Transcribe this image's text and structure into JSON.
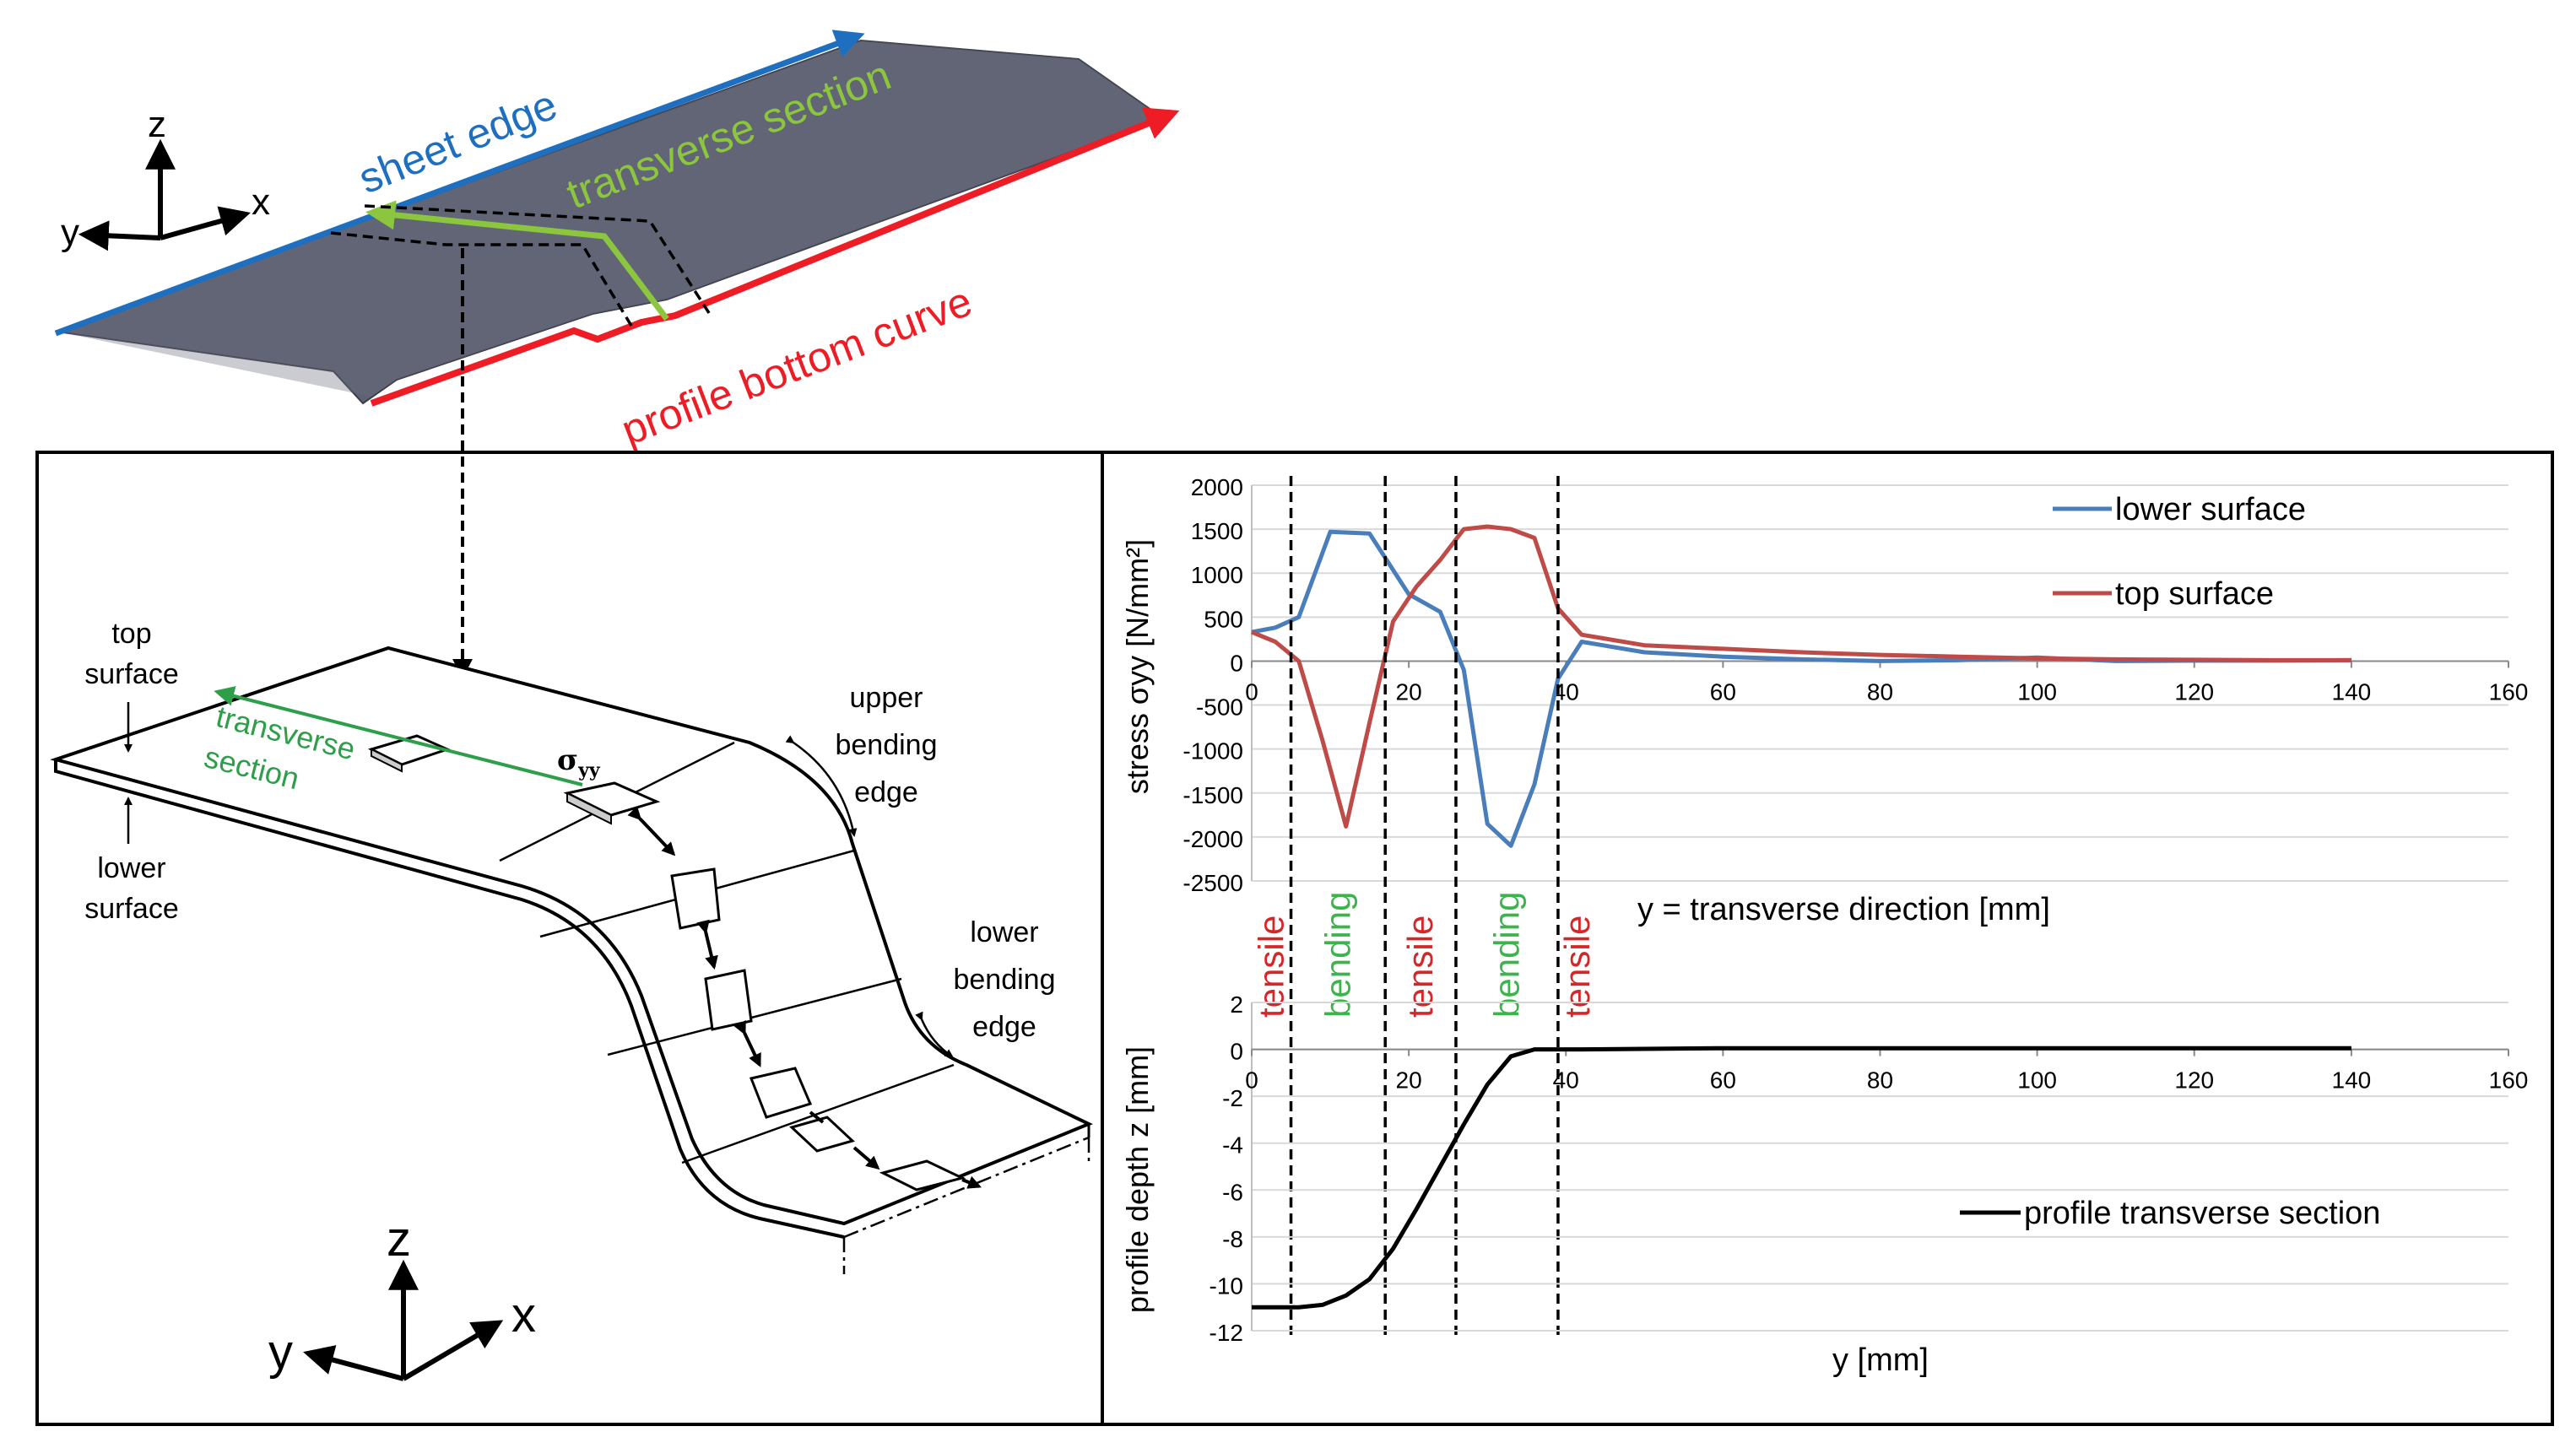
{
  "top_sketch": {
    "sheet_edge": "sheet edge",
    "transverse_section": "transverse section",
    "profile_bottom_curve": "profile bottom curve",
    "axis_z": "z",
    "axis_y": "y",
    "axis_x": "x",
    "colors": {
      "sheet_edge": "#1f6fc1",
      "transverse": "#8cc63f",
      "bottom_curve": "#ee1c25",
      "sheet": "#5f6272"
    }
  },
  "left_panel": {
    "top_surface": [
      "top",
      "surface"
    ],
    "lower_surface": [
      "lower",
      "surface"
    ],
    "transverse_section": [
      "transverse",
      "section"
    ],
    "sigma_yy": "σ",
    "sigma_sub": "yy",
    "upper_bending_edge": [
      "upper",
      "bending",
      "edge"
    ],
    "lower_bending_edge": [
      "lower",
      "bending",
      "edge"
    ],
    "axis_z": "z",
    "axis_y": "y",
    "axis_x": "x"
  },
  "right_panel": {
    "zones": [
      {
        "label": "tensile",
        "color": "#d62728"
      },
      {
        "label": "bending",
        "color": "#3cb44b"
      },
      {
        "label": "tensile",
        "color": "#d62728"
      },
      {
        "label": "bending",
        "color": "#3cb44b"
      },
      {
        "label": "tensile",
        "color": "#d62728"
      }
    ],
    "zone_boundaries_y": [
      5,
      17,
      26,
      39
    ],
    "stress_x_annotation": "y = transverse direction [mm]"
  },
  "chart_data": [
    {
      "type": "line",
      "ylabel": "stress σyy [N/mm²]",
      "xlim": [
        0,
        160
      ],
      "ylim": [
        -2500,
        2000
      ],
      "xticks": [
        0,
        20,
        40,
        60,
        80,
        100,
        120,
        140,
        160
      ],
      "yticks": [
        2000,
        1500,
        1000,
        500,
        0,
        -500,
        -1000,
        -1500,
        -2000,
        -2500
      ],
      "grid": true,
      "legend_position": "top-right",
      "series": [
        {
          "name": "lower surface",
          "color": "#4a7ebb",
          "x": [
            0,
            3,
            6,
            10,
            15,
            20,
            24,
            27,
            30,
            33,
            36,
            39,
            42,
            50,
            60,
            70,
            80,
            90,
            100,
            110,
            120,
            130,
            140
          ],
          "y": [
            330,
            380,
            500,
            1470,
            1450,
            760,
            560,
            -100,
            -1850,
            -2100,
            -1400,
            -200,
            220,
            100,
            50,
            20,
            0,
            10,
            40,
            0,
            5,
            5,
            10
          ]
        },
        {
          "name": "top surface",
          "color": "#be4b48",
          "x": [
            0,
            3,
            6,
            9,
            12,
            15,
            18,
            21,
            24,
            27,
            30,
            33,
            36,
            39,
            42,
            50,
            60,
            70,
            80,
            90,
            100,
            110,
            120,
            130,
            140
          ],
          "y": [
            330,
            220,
            0,
            -900,
            -1880,
            -700,
            450,
            850,
            1150,
            1500,
            1530,
            1500,
            1400,
            600,
            300,
            180,
            140,
            100,
            70,
            50,
            30,
            20,
            15,
            10,
            10
          ]
        }
      ]
    },
    {
      "type": "line",
      "xlabel": "y [mm]",
      "ylabel": "profile depth z [mm]",
      "xlim": [
        0,
        160
      ],
      "ylim": [
        -12,
        2
      ],
      "xticks": [
        0,
        20,
        40,
        60,
        80,
        100,
        120,
        140,
        160
      ],
      "yticks": [
        2,
        0,
        -2,
        -4,
        -6,
        -8,
        -10,
        -12
      ],
      "grid": true,
      "legend_position": "right",
      "series": [
        {
          "name": "profile transverse section",
          "color": "#000000",
          "x": [
            0,
            3,
            6,
            9,
            12,
            15,
            18,
            21,
            24,
            27,
            30,
            33,
            36,
            39,
            42,
            60,
            80,
            100,
            120,
            140
          ],
          "y": [
            -11,
            -11,
            -11,
            -10.9,
            -10.5,
            -9.8,
            -8.5,
            -6.8,
            -5.0,
            -3.2,
            -1.5,
            -0.3,
            0,
            0,
            0,
            0.05,
            0.05,
            0.05,
            0.05,
            0.05
          ]
        }
      ]
    }
  ]
}
